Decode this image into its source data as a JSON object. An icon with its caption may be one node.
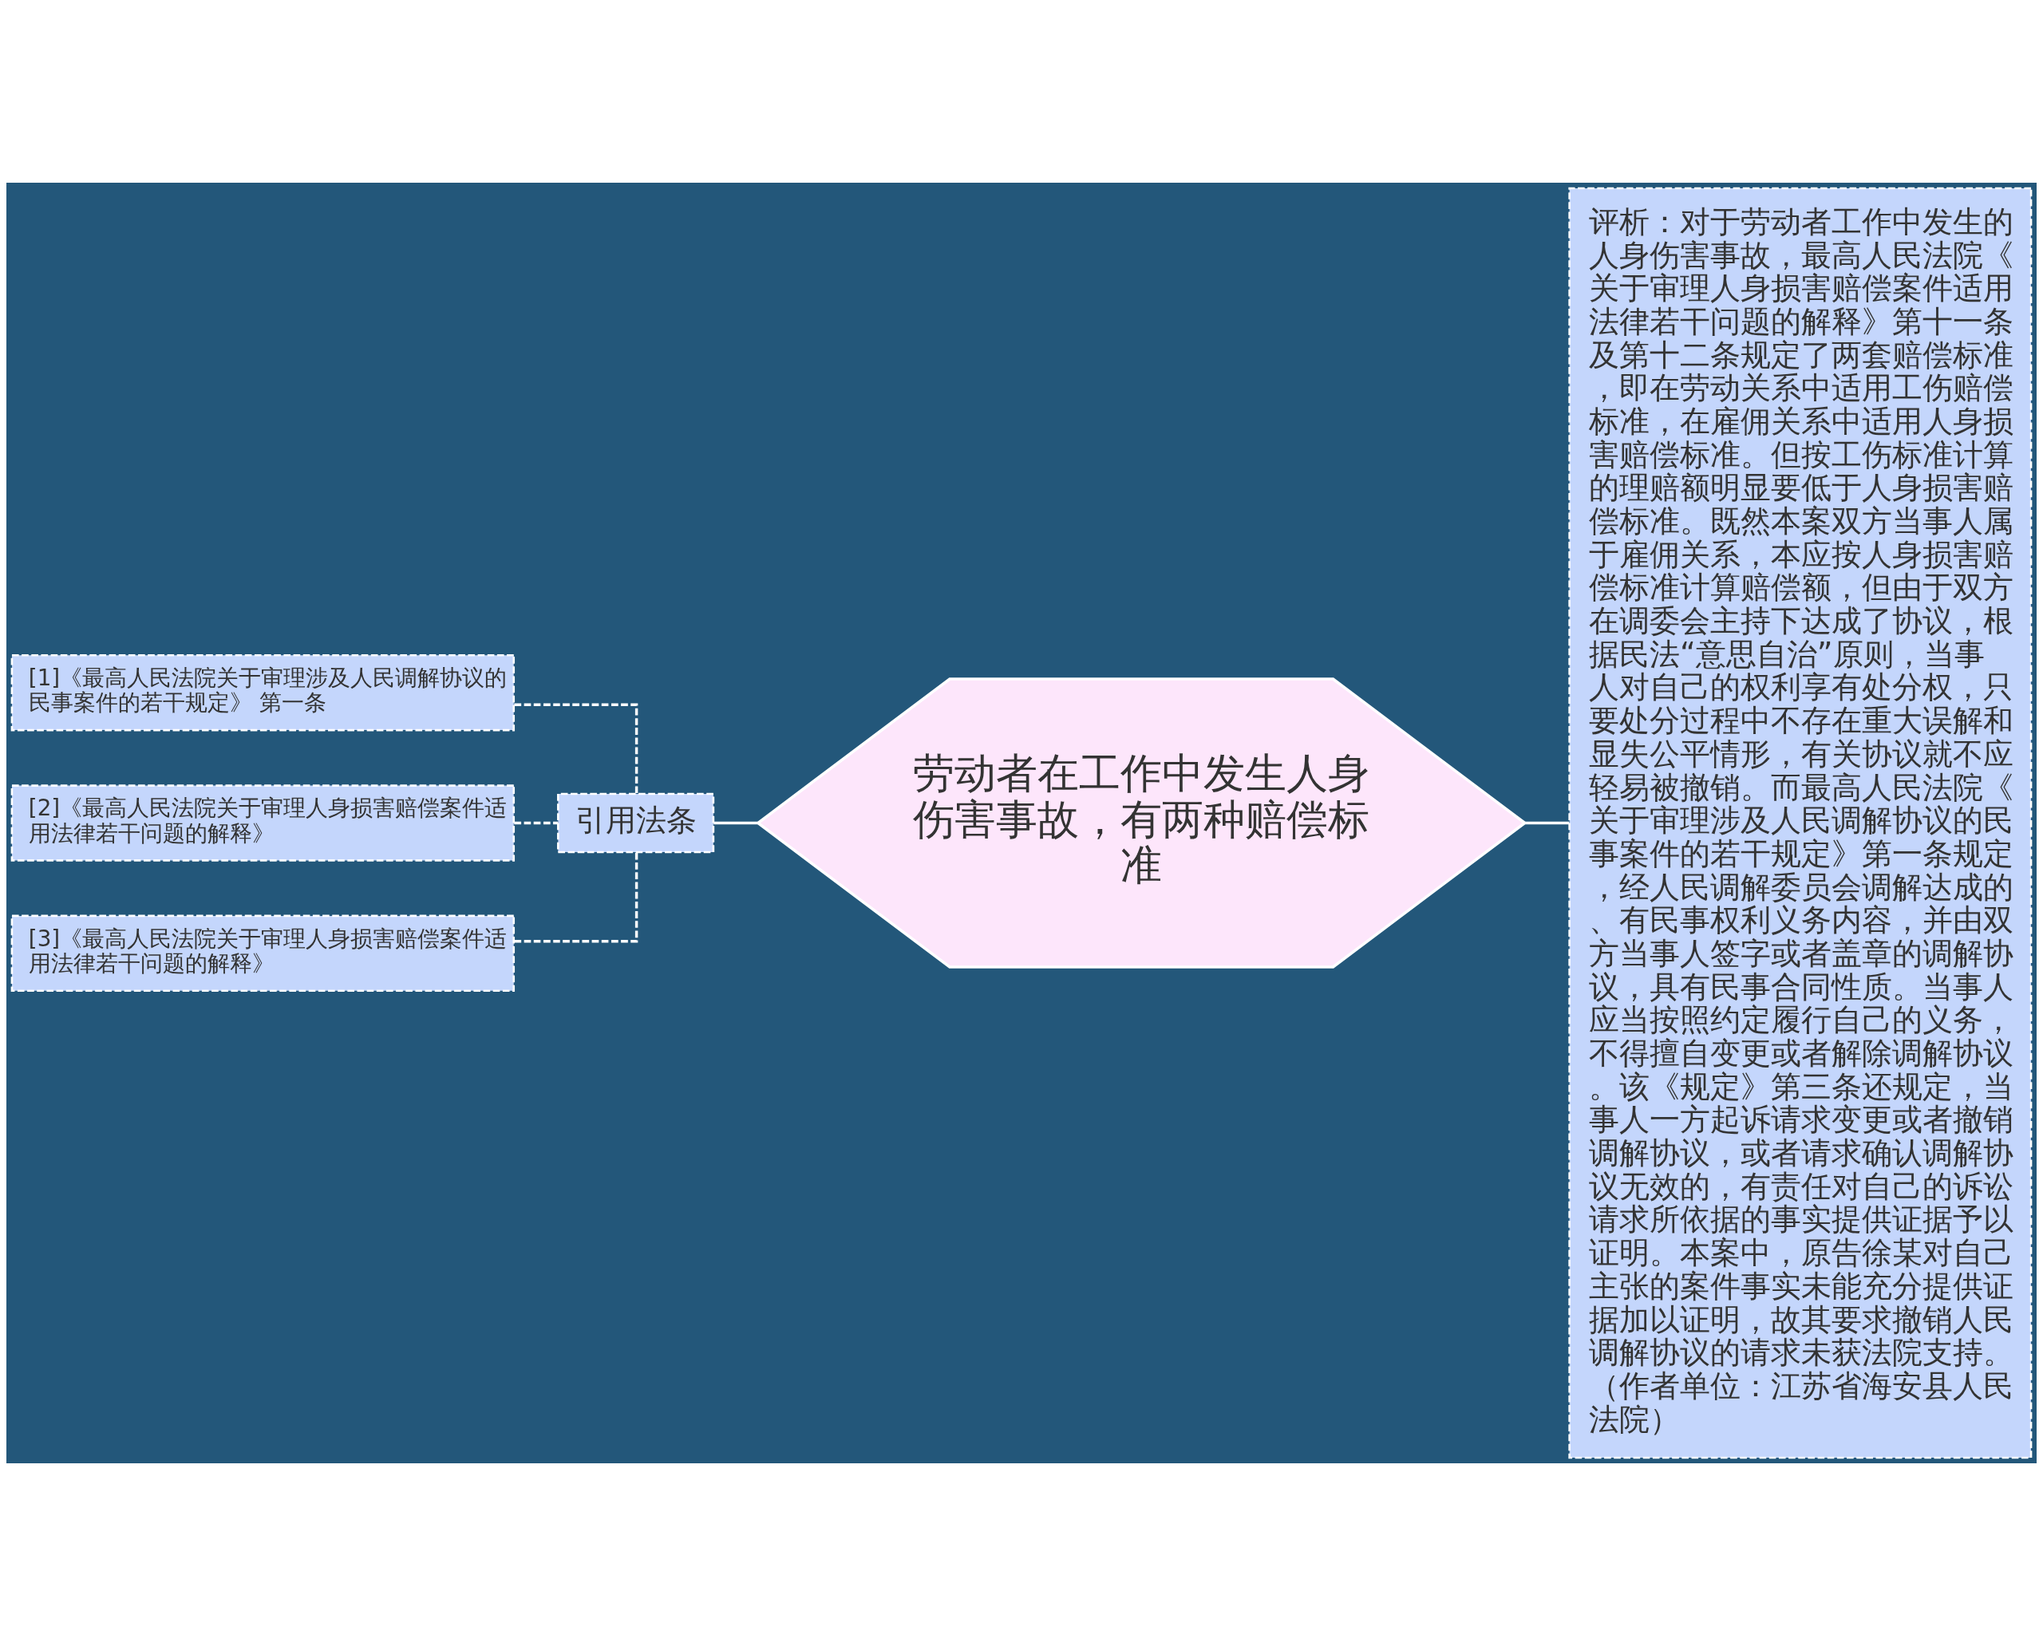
{
  "diagram": {
    "nodes": [
      {
        "text": [
          "[1]《最高人民法院关于审理涉及人民调解协议的民事案件的若干规定》 第一条"
        ]
      },
      {
        "text": [
          "[2]《最高人民法院关于审理人身损害赔偿案件适用法律若干问题的解释》"
        ]
      },
      {
        "text": [
          "[3]《最高人民法院关于审理人身损害赔偿案件适用法律若干问题的解释》"
        ]
      },
      {
        "text": [
          "引用法条"
        ]
      },
      {
        "text": [
          "劳动者在工作中发生人身伤害事故，有两种赔偿标准"
        ]
      },
      {
        "text": [
          "评析：对于劳动者工作中发生的人身伤害事故，最高人民法院《关于审理人身损害赔偿案件适用法律若干问题的解释》第十一条及第十二条规定了两套赔偿标准，即在劳动关系中适用工伤赔偿标准，在雇佣关系中适用人身损害赔偿标准。但按工伤标准计算的理赔额明显要低于人身损害赔偿标准。既然本案双方当事人属于雇佣关系，本应按人身损害赔偿标准计算赔偿额，但由于双方在调委会主持下达成了协议，根据民法“意思自治”原则，当事人对自己的权利享有处分权，只要处分过程中不存在重大误解和显失公平情形，有关协议就不应轻易被撤销。而最高人民法院《关于审理涉及人民调解协议的民事案件的若干规定》第一条规定，经人民调解委员会调解达成的、有民事权利义务内容，并由双方当事人签字或者盖章的调解协议，具有民事合同性质。当事人应当按照约定履行自己的义务，不得擅自变更或者解除调解协议。该《规定》第三条还规定，当事人一方起诉请求变更或者撤销调解协议，或者请求确认调解协议无效的，有责任对自己的诉讼请求所依据的事实提供证据予以证明。本案中，原告徐某对自己主张的案件事实未能充分提供证据加以证明，故其要求撤销人民调解协议的请求未获法院支持。（作者单位：江苏省海安县人民法院）"
        ]
      }
    ],
    "edges": [
      {
        "from": 0,
        "to": 3,
        "arrow": "none",
        "style": "dashed"
      },
      {
        "from": 1,
        "to": 3,
        "arrow": "none",
        "style": "dashed"
      },
      {
        "from": 2,
        "to": 3,
        "arrow": "none",
        "style": "dashed"
      },
      {
        "from": 3,
        "to": 4,
        "arrow": "none"
      },
      {
        "from": 4,
        "to": 5,
        "arrow": "none"
      }
    ]
  }
}
